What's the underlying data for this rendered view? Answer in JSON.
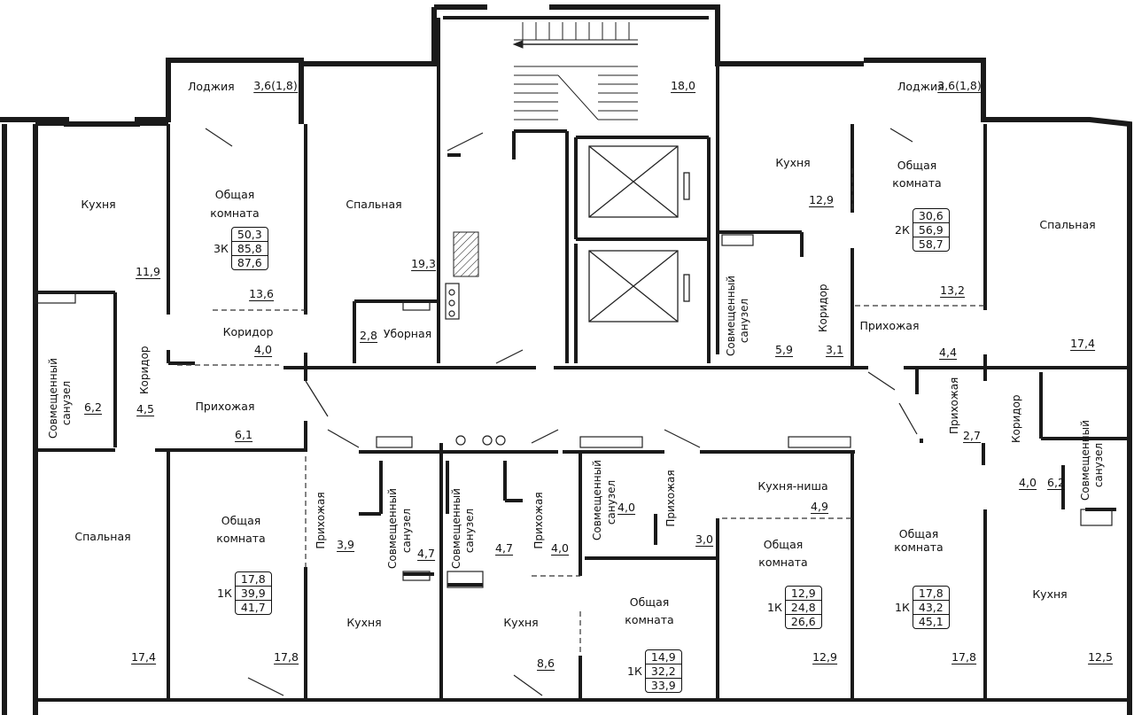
{
  "rooms": {
    "loggia_left": "Лоджия",
    "loggia_left_area": "3,6(1,8)",
    "loggia_right": "Лоджия",
    "loggia_right_area": "3,6(1,8)",
    "stair_area": "18,0",
    "a1_kitchen": "Кухня",
    "a1_kitchen_area": "11,9",
    "a1_living_1": "Общая",
    "a1_living_2": "комната",
    "a1_living_area": "13,6",
    "a1_bedroom": "Спальная",
    "a1_bedroom_area": "19,3",
    "a1_corridor": "Коридор",
    "a1_corridor_area": "4,0",
    "a1_wc": "Уборная",
    "a1_wc_area": "2,8",
    "a1_bath_1": "Совмещенный",
    "a1_bath_2": "санузел",
    "a1_bath_area": "6,2",
    "a1_corridor2": "Коридор",
    "a1_corridor2_area": "4,5",
    "a1_hall": "Прихожая",
    "a1_hall_area": "6,1",
    "a2_kitchen": "Кухня",
    "a2_kitchen_area": "12,9",
    "a2_living_1": "Общая",
    "a2_living_2": "комната",
    "a2_living_area": "13,2",
    "a2_bedroom": "Спальная",
    "a2_bedroom_area": "17,4",
    "a2_bath_1": "Совмещенный",
    "a2_bath_2": "санузел",
    "a2_bath_area": "5,9",
    "a2_corridor": "Коридор",
    "a2_corridor_area": "3,1",
    "a2_hall": "Прихожая",
    "a2_hall_area": "4,4",
    "a3_hall": "Прихожая",
    "a3_hall_area": "2,7",
    "a3_corridor": "Коридор",
    "a3_corridor_area": "4,0",
    "a3_bath_1": "Совмещенный",
    "a3_bath_2": "санузел",
    "a3_bath_area": "6,2",
    "a3_living_1": "Общая",
    "a3_living_2": "комната",
    "a3_living_area": "17,8",
    "a3_kitchen": "Кухня",
    "a3_kitchen_area": "12,5",
    "a4_bedroom": "Спальная",
    "a4_bedroom_area": "17,4",
    "a4_living_1": "Общая",
    "a4_living_2": "комната",
    "a4_living_area": "17,8",
    "a4_hall": "Прихожая",
    "a4_hall_area": "3,9",
    "a5_bath_1": "Совмещенный",
    "a5_bath_2": "санузел",
    "a5_bath_area": "4,7",
    "a5_kitchen": "Кухня",
    "a6_bath_1": "Совмещенный",
    "a6_bath_2": "санузел",
    "a6_bath_area": "4,7",
    "a6_hall": "Прихожая",
    "a6_hall_area": "4,0",
    "a6_kitchen": "Кухня",
    "a6_kitchen_area": "8,6",
    "a6_living_1": "Общая",
    "a6_living_2": "комната",
    "a7_bath_1": "Совмещенный",
    "a7_bath_2": "санузел",
    "a7_bath_area": "4,0",
    "a7_hall": "Прихожая",
    "a7_hall_area": "3,0",
    "a7_kitchen_niche": "Кухня-ниша",
    "a7_kitchen_niche_area": "4,9",
    "a7_living_1": "Общая",
    "a7_living_2": "комната",
    "a7_living_area": "12,9"
  },
  "apartments": [
    {
      "type": "3К",
      "living": "50,3",
      "total": "85,8",
      "total_with_loggia": "87,6"
    },
    {
      "type": "2К",
      "living": "30,6",
      "total": "56,9",
      "total_with_loggia": "58,7"
    },
    {
      "type": "1К",
      "living": "17,8",
      "total": "39,9",
      "total_with_loggia": "41,7"
    },
    {
      "type": "1К",
      "living": "14,9",
      "total": "32,2",
      "total_with_loggia": "33,9"
    },
    {
      "type": "1К",
      "living": "12,9",
      "total": "24,8",
      "total_with_loggia": "26,6"
    },
    {
      "type": "1К",
      "living": "17,8",
      "total": "43,2",
      "total_with_loggia": "45,1"
    }
  ],
  "colors": {
    "wall": "#1a1a1a",
    "line": "#222222",
    "background": "#ffffff"
  }
}
